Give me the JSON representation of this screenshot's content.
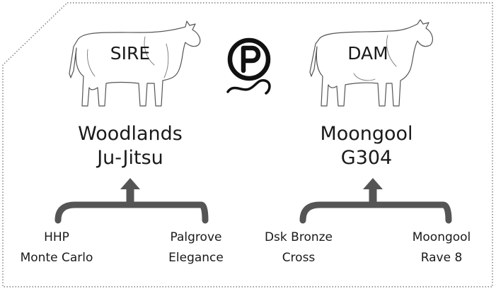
{
  "logo": {
    "letter": "P",
    "icon": "polled-p-logo-icon"
  },
  "sire": {
    "role": "SIRE",
    "name_line1": "Woodlands",
    "name_line2": "Ju-Jitsu",
    "parents": [
      {
        "line1": "HHP",
        "line2": "Monte Carlo"
      },
      {
        "line1": "Palgrove",
        "line2": "Elegance"
      }
    ]
  },
  "dam": {
    "role": "DAM",
    "name_line1": "Moongool",
    "name_line2": "G304",
    "parents": [
      {
        "line1": "Dsk Bronze",
        "line2": "Cross"
      },
      {
        "line1": "Moongool",
        "line2": "Rave 8"
      }
    ]
  },
  "colors": {
    "connector": "#555555",
    "outline": "#555555",
    "text": "#1a1a1a",
    "border": "#666666"
  }
}
